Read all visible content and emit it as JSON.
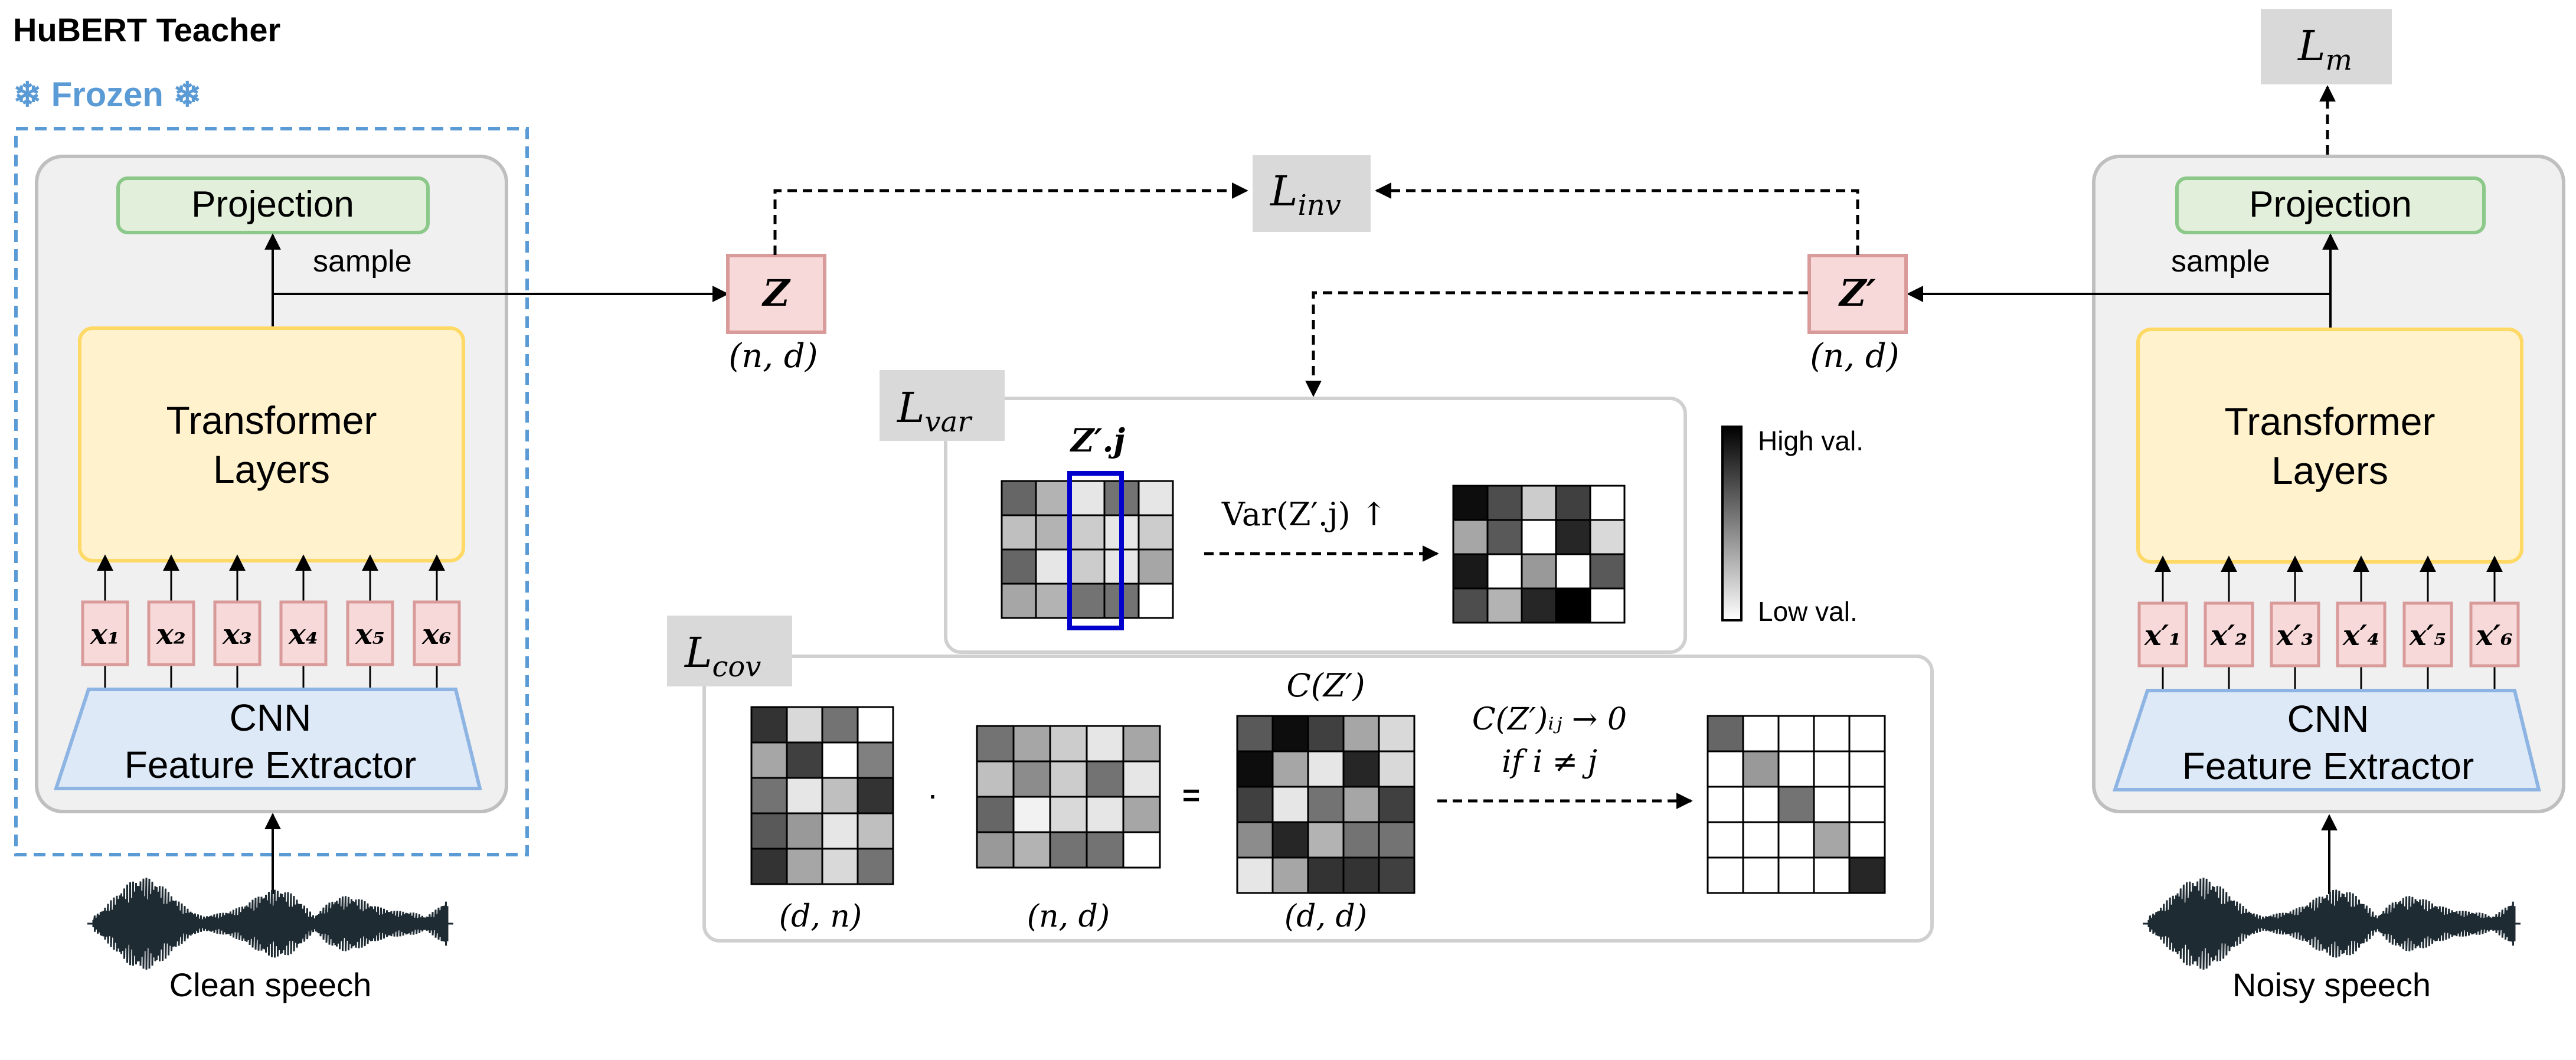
{
  "title": "HuBERT Teacher",
  "frozen_label": "❄ Frozen ❄",
  "teacher": {
    "projection": "Projection",
    "sample": "sample",
    "transformer": [
      "Transformer",
      "Layers"
    ],
    "cnn": [
      "CNN",
      "Feature Extractor"
    ],
    "inputs": [
      "x₁",
      "x₂",
      "x₃",
      "x₄",
      "x₅",
      "x₆"
    ],
    "speech_label": "Clean speech"
  },
  "student": {
    "projection": "Projection",
    "sample": "sample",
    "transformer": [
      "Transformer",
      "Layers"
    ],
    "cnn": [
      "CNN",
      "Feature Extractor"
    ],
    "inputs": [
      "x′₁",
      "x′₂",
      "x′₃",
      "x′₄",
      "x′₅",
      "x′₆"
    ],
    "speech_label": "Noisy speech"
  },
  "z": {
    "label": "Z",
    "shape": "(n, d)"
  },
  "z_prime": {
    "label": "Z′",
    "shape": "(n, d)"
  },
  "losses": {
    "inv": [
      "L",
      "inv"
    ],
    "var": [
      "L",
      "var"
    ],
    "cov": [
      "L",
      "cov"
    ],
    "m": [
      "L",
      "m"
    ]
  },
  "var_panel": {
    "column_label": "Z′.j",
    "op_label": "Var(Z′.j) ↑",
    "before": [
      [
        0.6,
        0.3,
        0.1,
        0.55,
        0.1
      ],
      [
        0.25,
        0.3,
        0.2,
        0.1,
        0.2
      ],
      [
        0.6,
        0.1,
        0.2,
        0.1,
        0.35
      ],
      [
        0.35,
        0.3,
        0.55,
        0.55,
        0.0
      ]
    ],
    "after": [
      [
        0.95,
        0.7,
        0.2,
        0.75,
        0.0
      ],
      [
        0.35,
        0.65,
        0.0,
        0.85,
        0.15
      ],
      [
        0.9,
        0.0,
        0.4,
        0.0,
        0.65
      ],
      [
        0.7,
        0.3,
        0.85,
        1.0,
        0.0
      ]
    ]
  },
  "legend": {
    "high": "High val.",
    "low": "Low val."
  },
  "cov_panel": {
    "dot": "·",
    "equals": "=",
    "m1_label": "(d, n)",
    "m2_label": "(n, d)",
    "m3_label": "(d, d)",
    "m3_title": "C(Z′)",
    "condition": [
      "C(Z′)ᵢⱼ → 0",
      "if i ≠ j"
    ],
    "m1": [
      [
        0.8,
        0.15,
        0.55,
        0.0
      ],
      [
        0.35,
        0.75,
        0.0,
        0.5
      ],
      [
        0.55,
        0.1,
        0.25,
        0.8
      ],
      [
        0.65,
        0.4,
        0.1,
        0.25
      ],
      [
        0.8,
        0.35,
        0.15,
        0.55
      ]
    ],
    "m2": [
      [
        0.55,
        0.35,
        0.2,
        0.1,
        0.35
      ],
      [
        0.25,
        0.45,
        0.2,
        0.55,
        0.1
      ],
      [
        0.6,
        0.05,
        0.15,
        0.1,
        0.35
      ],
      [
        0.4,
        0.3,
        0.55,
        0.55,
        0.0
      ]
    ],
    "m3": [
      [
        0.65,
        0.95,
        0.75,
        0.35,
        0.15
      ],
      [
        0.95,
        0.35,
        0.1,
        0.85,
        0.15
      ],
      [
        0.75,
        0.1,
        0.55,
        0.35,
        0.75
      ],
      [
        0.45,
        0.85,
        0.3,
        0.55,
        0.55
      ],
      [
        0.1,
        0.35,
        0.8,
        0.8,
        0.75
      ]
    ],
    "m4": [
      [
        0.6,
        0.0,
        0.0,
        0.0,
        0.0
      ],
      [
        0.0,
        0.4,
        0.0,
        0.0,
        0.0
      ],
      [
        0.0,
        0.0,
        0.55,
        0.0,
        0.0
      ],
      [
        0.0,
        0.0,
        0.0,
        0.35,
        0.0
      ],
      [
        0.0,
        0.0,
        0.0,
        0.0,
        0.85
      ]
    ]
  },
  "colors": {
    "frozen": "#5b9bd5",
    "projection_fill": "#e2efda",
    "projection_border": "#8cc88a",
    "transformer_fill": "#fff2cc",
    "transformer_border": "#ffd966",
    "cnn_fill": "#dde9f7",
    "cnn_border": "#8db4e2",
    "input_fill": "#f8d9d9",
    "input_border": "#d99a9a",
    "loss_fill": "#d9d9d9",
    "panel_border": "#bfbfbf",
    "highlight": "#0000cc"
  }
}
